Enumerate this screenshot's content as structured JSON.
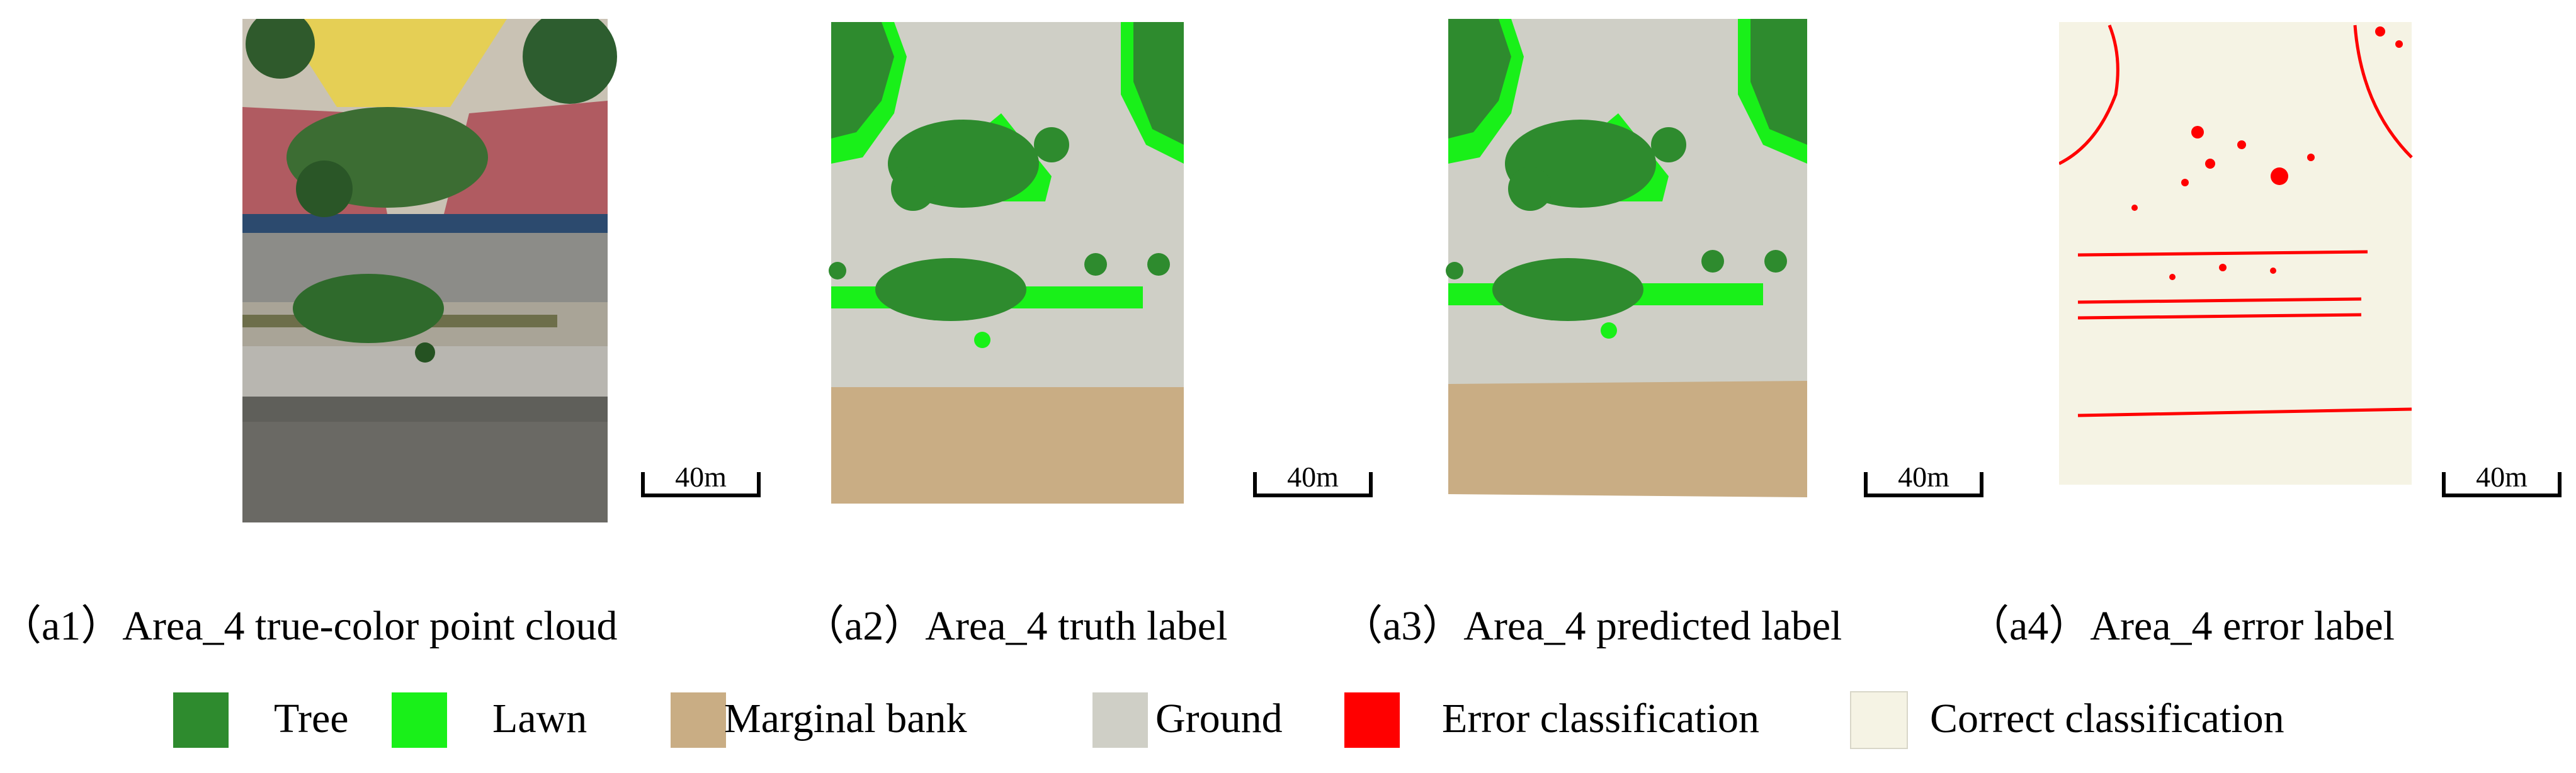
{
  "panels": [
    {
      "caption": "（a1）Area_4 true-color point cloud",
      "scale_label": "40m"
    },
    {
      "caption": "（a2）Area_4 truth label",
      "scale_label": "40m"
    },
    {
      "caption": "（a3）Area_4 predicted label",
      "scale_label": "40m"
    },
    {
      "caption": "（a4）Area_4 error label",
      "scale_label": "40m"
    }
  ],
  "legend": [
    {
      "label": "Tree",
      "color": "#2e8b2e"
    },
    {
      "label": "Lawn",
      "color": "#19f019"
    },
    {
      "label": "Marginal bank",
      "color": "#c9ad84"
    },
    {
      "label": "Ground",
      "color": "#cfcfc6"
    },
    {
      "label": "Error classification",
      "color": "#ff0000"
    },
    {
      "label": "Correct classification",
      "color": "#f5f3e4"
    }
  ]
}
